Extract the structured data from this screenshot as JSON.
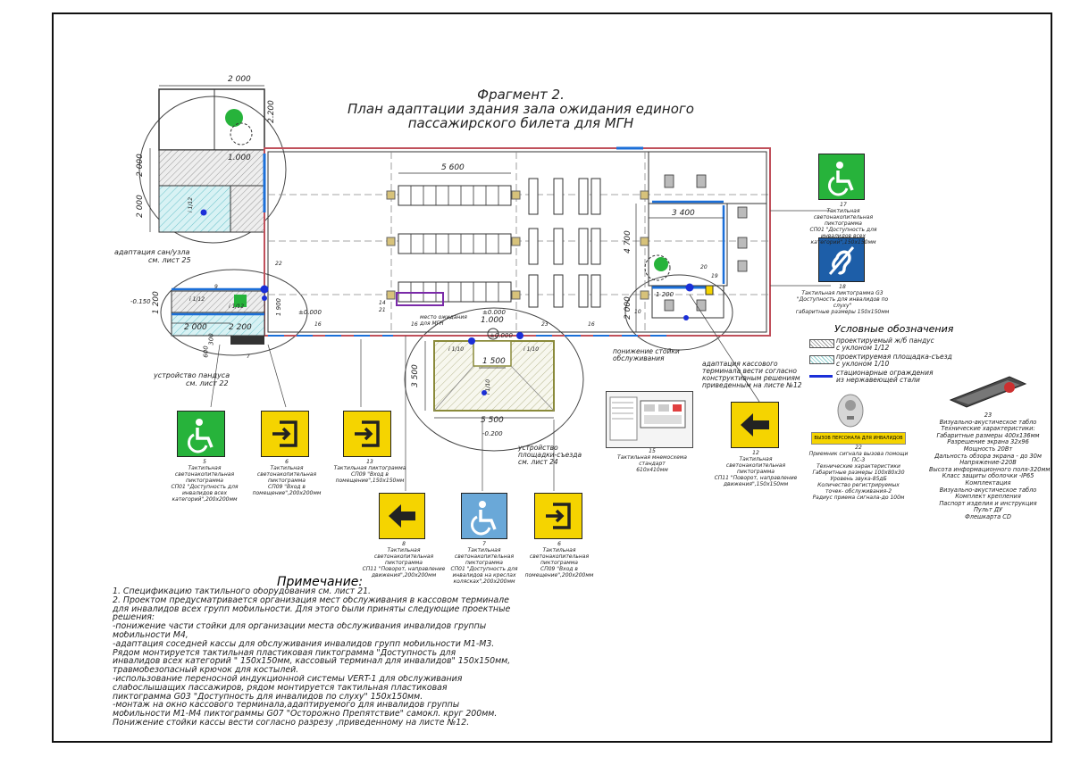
{
  "title": {
    "line1": "Фрагмент 2.",
    "line2": "План адаптации здания зала ожидания единого",
    "line3": "пассажирского билета для МГН"
  },
  "dimensions": {
    "d2000_top": "2 000",
    "d2200": "2.200",
    "d1000_wc": "1.000",
    "d2000_left_a": "2 000",
    "d2000_left_b": "2 000",
    "d5600": "5 600",
    "d3400": "3 400",
    "d4700": "4 700",
    "d2000_right": "2 000",
    "d1200": "1 200",
    "d2000_ramp": "2 000",
    "d2200_ramp": "2 200",
    "d1900": "1 900",
    "d600": "600",
    "d300": "300",
    "d1000_bottom": "1.000",
    "d3500": "3 500",
    "d1500": "1 500",
    "d5500": "5 500",
    "d1200_tc": "1 200"
  },
  "levels": {
    "l_0150": "-0.150",
    "l_0000a": "±0.000",
    "l_0000b": "±0.000",
    "l_0000c": "±0.000",
    "l_0200": "-0.200"
  },
  "slopes": {
    "s1": "i 1/12",
    "s2": "i 1/12",
    "s3": "i 1/10",
    "s4": "i 1/10",
    "s5": "i 1/10",
    "s6": "i 1/12"
  },
  "callouts": {
    "c22": "22",
    "c9": "9",
    "c7": "7",
    "c14": "14",
    "c16a": "16",
    "c16b": "16",
    "c16c": "16",
    "c23": "23",
    "c20": "20",
    "c19": "19",
    "c18": "18",
    "c17": "17",
    "c12": "12",
    "c21": "21",
    "c10": "10"
  },
  "plan_labels": {
    "wc": "адаптация сан/узла",
    "wc_ref": "см. лист 25",
    "ramp": "устройство пандуса",
    "ramp_ref": "см. лист 22",
    "waiting": "место ожидания",
    "waiting2": "для МГН",
    "exit_area": "устройство",
    "exit_area2": "площадки-съезда",
    "exit_ref": "см. лист 24",
    "counter_lower": "понижение стойки",
    "counter_lower2": "обслуживания",
    "cash": "адаптация кассового",
    "cash2": "терминала вести согласно",
    "cash3": "конструктивным решениям",
    "cash4": "приведенным на листе №12"
  },
  "signs": [
    {
      "num": "5",
      "l1": "Тактильная",
      "l2": "светонакопительная",
      "l3": "пиктограмма",
      "l4": "СП01 \"Доступность для",
      "l5": "инвалидов всех",
      "l6": "категорий\",200х200мм"
    },
    {
      "num": "6",
      "l1": "Тактильная",
      "l2": "светонакопительная",
      "l3": "пиктограмма",
      "l4": "СП09 \"Вход в",
      "l5": "помещение\",200х200мм",
      "l6": ""
    },
    {
      "num": "13",
      "l1": "Тактильная пиктограмма",
      "l2": "СП09 \"Вход в",
      "l3": "помещение\",150х150мм",
      "l4": "",
      "l5": "",
      "l6": ""
    },
    {
      "num": "8",
      "l1": "Тактильная",
      "l2": "светонакопительная",
      "l3": "пиктограмма",
      "l4": "СП11 \"Поворот, направление",
      "l5": "движения\",200х200мм",
      "l6": ""
    },
    {
      "num": "7",
      "l1": "Тактильная",
      "l2": "светонакопительная",
      "l3": "пиктограмма",
      "l4": "СП01 \"Доступность для",
      "l5": "инвалидов на креслах",
      "l6": "колясках\",200х200мм"
    },
    {
      "num": "6",
      "l1": "Тактильная",
      "l2": "светонакопительная",
      "l3": "пиктограмма",
      "l4": "СП09 \"Вход в",
      "l5": "помещение\",200х200мм",
      "l6": ""
    },
    {
      "num": "12",
      "l1": "Тактильная",
      "l2": "светонакопительная",
      "l3": "пиктограмма",
      "l4": "СП11 \"Поворот, направление",
      "l5": "движения\",150х150мм",
      "l6": ""
    },
    {
      "num": "17",
      "l1": "Тактильная",
      "l2": "светонакопительная",
      "l3": "пиктограмма",
      "l4": "СП01 \"Доступность для",
      "l5": "инвалидов всех",
      "l6": "категорий\",150х150мм"
    },
    {
      "num": "18",
      "l1": "Тактильная пиктограмма G3",
      "l2": "\"Доступность для инвалидов по",
      "l3": "слуху\"",
      "l4": "габаритные размеры 150х150мм",
      "l5": "",
      "l6": ""
    }
  ],
  "mnemo": {
    "num": "15",
    "l1": "Тактильная мнемосхема",
    "l2": "стандарт",
    "l3": "610х410мм"
  },
  "button22": {
    "num": "22",
    "label": "Приемник сигнала вызова помощи",
    "l2": "ПС-3",
    "l3": "Технические характеристики",
    "l4": "Габаритные размеры 100х80х30",
    "l5": "Уровень звука-85дБ",
    "l6": "Количество регистрируемых",
    "l7": "точек- обслуживания-2",
    "l8": "Радиус приема сигнала-до 100м",
    "plate": "ВЫЗОВ ПЕРСОНАЛА ДЛЯ ИНВАЛИДОВ"
  },
  "display23": {
    "num": "23",
    "lines": [
      "Визуально-акустическое табло",
      "Технические характеристики:",
      "Габаритные размеры 400х136мм",
      "Разрешение экрана 32х96",
      "Мощность 20Вт",
      "Дальность обзора экрана - до 30м",
      "Напряжение-220В",
      "Высота информационного поля-320мм",
      "Класс защиты оболочки -IP65",
      "Комплектация",
      "Визуально-акустическое табло",
      "Комплект крепления",
      "Паспорт изделия и инструкция",
      "Пульт ДУ",
      "Флешкарта СD"
    ]
  },
  "legend": {
    "title": "Условные обозначения",
    "i1a": "проектируемый ж/б пандус",
    "i1b": "с уклоном 1/12",
    "i2a": "проектируемая площадка-съезд",
    "i2b": "с уклоном 1/10",
    "i3a": "стационарные ограждения",
    "i3b": "из нержавеющей стали"
  },
  "notes": {
    "title": "Примечание:",
    "lines": [
      "1. Спецификацию тактильного оборудования см. лист 21.",
      "2. Проектом предусматривается организация мест обслуживания в кассовом терминале",
      "для инвалидов всех групп мобильности. Для этого были приняты следующие проектные",
      "решения:",
      "-понижение части стойки для организации места обслуживания инвалидов группы",
      "мобильности М4,",
      "-адаптация соседней кассы для обслуживания инвалидов групп мобильности М1-М3.",
      "Рядом монтируется тактильная пластиковая пиктограмма \"Доступность для",
      "инвалидов всех категорий \" 150х150мм, кассовый терминал для инвалидов\" 150х150мм,",
      "травмобезопасный крючок для костылей.",
      "-использование переносной индукционной системы VERT-1 для обслуживания",
      "слабослышащих пассажиров, рядом монтируется тактильная пластиковая",
      "пиктограмма G03 \"Доступность для инвалидов по слуху\" 150х150мм.",
      "-монтаж на окно кассового терминала,адаптируемого для инвалидов группы",
      "мобильности М1-М4 пиктограммы G07 \"Осторожно Препятствие\" самокл. круг 200мм.",
      "Понижение стойки кассы вести согласно разрезу ,приведенному на листе №12."
    ]
  },
  "colors": {
    "sign_green": "#27b33b",
    "sign_yellow": "#f5d400",
    "sign_blue_dark": "#1d5ea8",
    "sign_blue_light": "#6aa8d8",
    "hatch_cyan": "#bfe8ec",
    "wall_red": "#c0505b",
    "rail_blue": "#1b6fd8",
    "grid_olive": "#8a8a3a"
  }
}
